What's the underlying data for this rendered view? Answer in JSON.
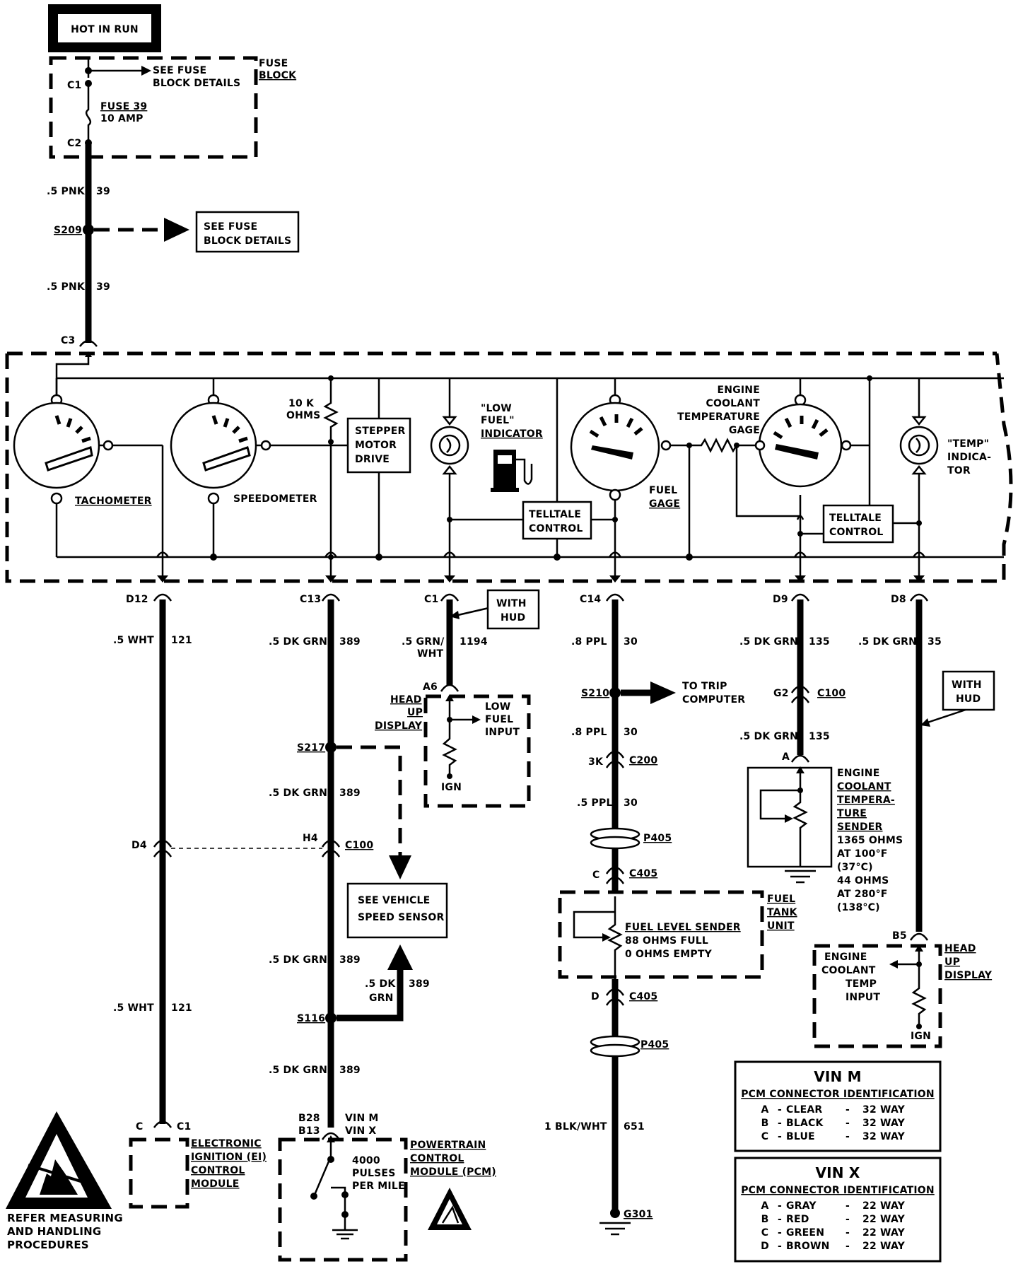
{
  "labels": {
    "hot_in_run": "HOT IN RUN",
    "see_fuse": "SEE FUSE",
    "block_details": "BLOCK DETAILS",
    "fuse_block_1": "FUSE",
    "fuse_block_2": "BLOCK",
    "c1": "C1",
    "c2": "C2",
    "c3": "C3",
    "fuse39": "FUSE 39",
    "amp10": "10 AMP",
    "pnk_1": ".5 PNK",
    "pnk_1n": "39",
    "s209": "S209",
    "pnk_2": ".5 PNK",
    "pnk_2n": "39",
    "tachometer": "TACHOMETER",
    "speedometer": "SPEEDOMETER",
    "ohms_10k_1": "10 K",
    "ohms_10k_2": "OHMS",
    "stepper_1": "STEPPER",
    "stepper_2": "MOTOR",
    "stepper_3": "DRIVE",
    "low_fuel_1": "\"LOW",
    "low_fuel_2": "FUEL\"",
    "low_fuel_3": "INDICATOR",
    "telltale_a1": "TELLTALE",
    "telltale_a2": "CONTROL",
    "fuel_gage_1": "FUEL",
    "fuel_gage_2": "GAGE",
    "ect_gage_1": "ENGINE",
    "ect_gage_2": "COOLANT",
    "ect_gage_3": "TEMPERATURE",
    "ect_gage_4": "GAGE",
    "telltale_b1": "TELLTALE",
    "telltale_b2": "CONTROL",
    "temp_ind_1": "\"TEMP\"",
    "temp_ind_2": "INDICA-",
    "temp_ind_3": "TOR",
    "d12": "D12",
    "c13": "C13",
    "c1b": "C1",
    "c14": "C14",
    "d9": "D9",
    "d8": "D8",
    "with_hud_a1": "WITH",
    "with_hud_a2": "HUD",
    "with_hud_b1": "WITH",
    "with_hud_b2": "HUD",
    "wht_1": ".5 WHT",
    "wht_1n": "121",
    "dkgrn_1": ".5 DK GRN",
    "dkgrn_1n": "389",
    "grnwht_1": ".5 GRN/",
    "grnwht_2": "WHT",
    "grnwht_n": "1194",
    "ppl_1": ".8 PPL",
    "ppl_1n": "30",
    "dkgrn_2": ".5 DK GRN",
    "dkgrn_2n": "135",
    "dkgrn_3": ".5 DK GRN",
    "dkgrn_3n": "35",
    "a6": "A6",
    "hud_a1": "HEAD",
    "hud_a2": "UP",
    "hud_a3": "DISPLAY",
    "low_fuel_in_1": "LOW",
    "low_fuel_in_2": "FUEL",
    "low_fuel_in_3": "INPUT",
    "ign_a": "IGN",
    "s210": "S210",
    "trip_1": "TO TRIP",
    "trip_2": "COMPUTER",
    "ppl_2": ".8 PPL",
    "ppl_2n": "30",
    "k3": "3K",
    "c200": "C200",
    "ppl_3": ".5 PPL",
    "ppl_3n": "30",
    "p405a": "P405",
    "c_c405": "C",
    "c405a": "C405",
    "fuel_tank_1": "FUEL",
    "fuel_tank_2": "TANK",
    "fuel_tank_3": "UNIT",
    "fls_1": "FUEL LEVEL SENDER",
    "fls_2": "88 OHMS FULL",
    "fls_3": "0 OHMS EMPTY",
    "d_c405": "D",
    "c405b": "C405",
    "p405b": "P405",
    "blkwht": "1 BLK/WHT",
    "blkwht_n": "651",
    "g301": "G301",
    "g2": "G2",
    "c100a": "C100",
    "dkgrn_4": ".5 DK GRN",
    "dkgrn_4n": "135",
    "a_ect": "A",
    "ects_1": "ENGINE",
    "ects_2": "COOLANT",
    "ects_3": "TEMPERA-",
    "ects_4": "TURE",
    "ects_5": "SENDER",
    "ects_6": "1365 OHMS",
    "ects_7": "AT 100°F",
    "ects_8": "(37°C)",
    "ects_9": "44 OHMS",
    "ects_10": "AT 280°F",
    "ects_11": "(138°C)",
    "b5": "B5",
    "hud_b1": "HEAD",
    "hud_b2": "UP",
    "hud_b3": "DISPLAY",
    "ect_in_1": "ENGINE",
    "ect_in_2": "COOLANT",
    "ect_in_3": "TEMP",
    "ect_in_4": "INPUT",
    "ign_b": "IGN",
    "s217": "S217",
    "dkgrn_5": ".5 DK GRN",
    "dkgrn_5n": "389",
    "d4": "D4",
    "h4": "H4",
    "c100b": "C100",
    "vss_1": "SEE VEHICLE",
    "vss_2": "SPEED SENSOR",
    "dkgrn_6": ".5 DK GRN",
    "dkgrn_6n": "389",
    "dk_a": ".5 DK",
    "dk_b": "GRN",
    "dk_n": "389",
    "s116": "S116",
    "dkgrn_7": ".5 DK GRN",
    "dkgrn_7n": "389",
    "wht_2": ".5 WHT",
    "wht_2n": "121",
    "c_ei": "C",
    "c1_ei": "C1",
    "ei_1": "ELECTRONIC",
    "ei_2": "IGNITION (EI)",
    "ei_3": "CONTROL",
    "ei_4": "MODULE",
    "b28": "B28",
    "b13": "B13",
    "vin_m_l": "VIN M",
    "vin_x_l": "VIN X",
    "pulses_1": "4000",
    "pulses_2": "PULSES",
    "pulses_3": "PER MILE",
    "pcm_1": "POWERTRAIN",
    "pcm_2": "CONTROL",
    "pcm_3": "MODULE (PCM)",
    "refer_1": "REFER MEASURING",
    "refer_2": "AND HANDLING",
    "refer_3": "PROCEDURES",
    "vinm_title": "VIN M",
    "vinm_sub": "PCM CONNECTOR IDENTIFICATION",
    "vinx_title": "VIN X",
    "vinx_sub": "PCM CONNECTOR IDENTIFICATION"
  },
  "vin_m_rows": [
    {
      "letter": "A",
      "color": "CLEAR",
      "ways": "32 WAY"
    },
    {
      "letter": "B",
      "color": "BLACK",
      "ways": "32 WAY"
    },
    {
      "letter": "C",
      "color": "BLUE",
      "ways": "32 WAY"
    }
  ],
  "vin_x_rows": [
    {
      "letter": "A",
      "color": "GRAY",
      "ways": "22 WAY"
    },
    {
      "letter": "B",
      "color": "RED",
      "ways": "22 WAY"
    },
    {
      "letter": "C",
      "color": "GREEN",
      "ways": "22 WAY"
    },
    {
      "letter": "D",
      "color": "BROWN",
      "ways": "22 WAY"
    }
  ]
}
